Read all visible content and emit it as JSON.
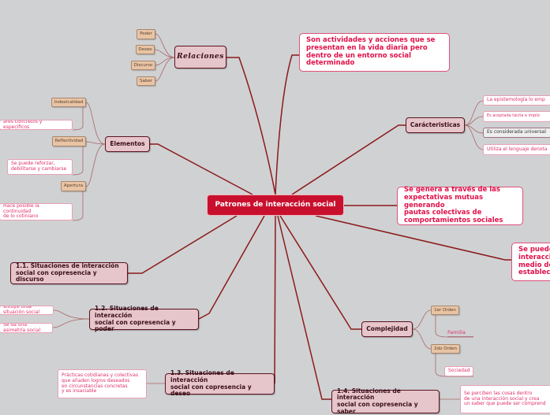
{
  "central": "Patrones de interacción social",
  "relaciones": {
    "label": "Relaciones",
    "children": [
      "Poder",
      "Deseo",
      "Discurso",
      "Saber"
    ]
  },
  "definicion": "Son actividades y acciones que se\npresentan en la vida diaria pero\ndentro        de un entorno social\ndeterminado",
  "elementos": {
    "label": "Elementos",
    "children": [
      {
        "label": "Indexicalidad",
        "note": "ares concretos y especificos"
      },
      {
        "label": "Reflectividad",
        "note": "Se puede reforzar,\ndebilitarse y cambiarse"
      },
      {
        "label": "Apertura",
        "note": "Hace posible la continuidad\nde lo cotiniano"
      }
    ]
  },
  "caracteristicas": {
    "label": "Carácteristicas",
    "children": [
      "La epistemología  lo emp",
      "Es aceptada tácita e implic",
      "Es considerada universal",
      "Utiliza el lenguaje denota"
    ]
  },
  "se_genera": "Se genera a través de las\nexpectativas mutuas generando\npautas colectivas de\ncomportamientos sociales",
  "se_pueden": "Se puede\ninteracció\nmedio de\nestablece",
  "sit_1_1": "1.1. Situaciones de interacción\n social con copresencia y discurso",
  "sit_1_2": {
    "label": "1.2. Situaciones de interacción\nsocial con copresencia y poder",
    "children": [
      "stituye toda situación social",
      "Se da una asimetría social"
    ]
  },
  "sit_1_3": {
    "label": "1.3. Situaciones de interacción\n social con copresencia y deseo",
    "note": "Prácticas cotidianas y colectivas\nque añaden logros deseados\nen circunstancias concretas\n y es insaciable"
  },
  "complejidad": {
    "label": "Complejidad",
    "children": [
      {
        "label": "1er Orden",
        "sub": "Familia"
      },
      {
        "label": "2do Orden",
        "sub": "Sociedad"
      }
    ]
  },
  "sit_1_4": {
    "label": "1.4. Situaciones de interacción\nsocial con copresencia y saber",
    "note": "Se perciben las cosas dentro\nde una interacción social y crea\nun saber que puede ser comprend"
  },
  "colors": {
    "central": "#c8102e",
    "line": "#8b1a1a",
    "main_fill": "#e6c5cb",
    "tag_fill": "#e8c4a4",
    "note_text": "#e0104a"
  }
}
